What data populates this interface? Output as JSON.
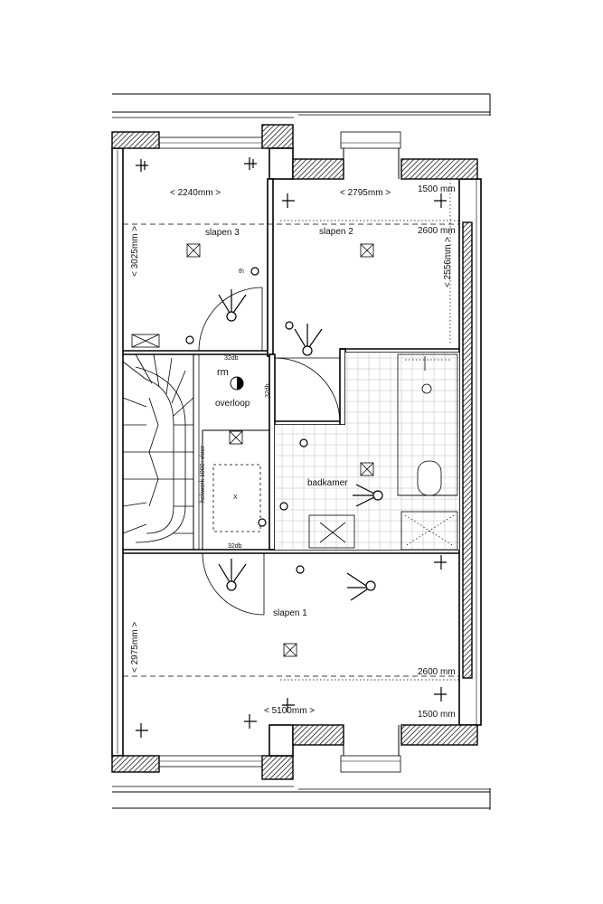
{
  "rooms": {
    "slapen3": "slapen 3",
    "slapen2": "slapen 2",
    "slapen1": "slapen 1",
    "overloop": "overloop",
    "badkamer": "badkamer"
  },
  "dimensions": {
    "s3_width": "< 2240mm >",
    "s3_depth": "< 3025mm >",
    "s2_width": "< 2795mm >",
    "s2_depth": "< 2556mm >",
    "s2_1500": "1500 mm",
    "s2_2600": "2600 mm",
    "s1_width": "< 5100mm >",
    "s1_depth": "< 2975mm >",
    "s1_2600": "2600 mm",
    "s1_1500": "1500 mm"
  },
  "annotations": {
    "rm": "rm",
    "db_1": "32db",
    "db_2": "32db",
    "db_3": "32db",
    "railing": "hekwerk 1000+vloer",
    "th": "th",
    "x": "X"
  }
}
